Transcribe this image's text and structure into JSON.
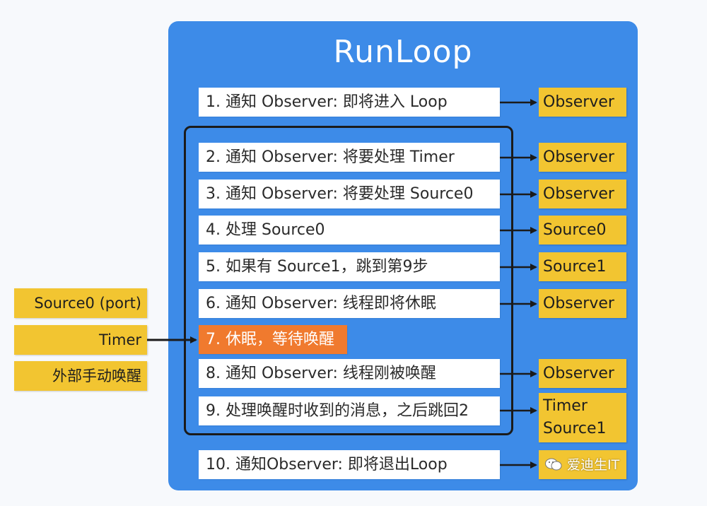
{
  "title": "RunLoop",
  "steps": [
    "1. 通知 Observer: 即将进入 Loop",
    "2. 通知 Observer: 将要处理 Timer",
    "3. 通知 Observer: 将要处理 Source0",
    "4. 处理 Source0",
    "5. 如果有 Source1，跳到第9步",
    "6. 通知 Observer: 线程即将休眠",
    "7. 休眠，等待唤醒",
    "8. 通知 Observer: 线程刚被唤醒",
    "9. 处理唤醒时收到的消息，之后跳回2",
    "10. 通知Observer: 即将退出Loop"
  ],
  "tags": {
    "observer": "Observer",
    "source0": "Source0",
    "source1": "Source1",
    "timer_line": "Timer",
    "source1_line": "Source1"
  },
  "wake_sources": [
    "Source0 (port)",
    "Timer",
    "外部手动唤醒"
  ],
  "watermark": "爱迪生IT",
  "colors": {
    "panel": "#3d8be8",
    "step": "#ffffff",
    "sleep_step": "#f07a2e",
    "tag": "#f2c531",
    "loop_frame": "#1b1b1b"
  }
}
